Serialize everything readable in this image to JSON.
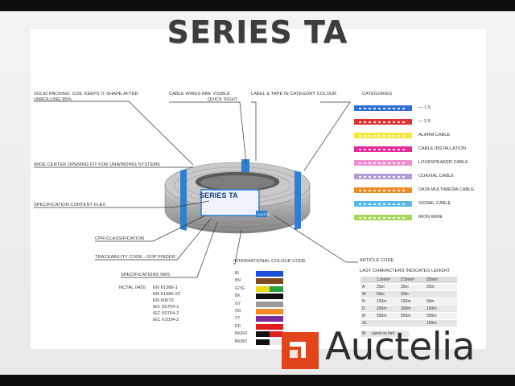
{
  "title": "SERIES TA",
  "labels": {
    "packing": "SOLID PACKING: COIL KEEPS IT SHAPE AFTER",
    "packing2": "UNROLLING 95%",
    "cable_visible": "CABLE WIRES ARE VISIBLE",
    "quick_sight": "QUICK SIGHT",
    "label_tape": "LABEL & TAPE IN CATEGORY COLOUR",
    "categories": "CATEGORIES",
    "wide_center": "WIDE CENTER OPENING FIT FOR UNWINDING SYSTEMS",
    "spec_content": "SPECIFICATION CONTENT FLEX",
    "cpr": "CPR-CLASSIFICATION",
    "traceability": "TRACEABILITY CODE - DOP FINDER",
    "spec_nr": "SPECIFICATIONS NRS",
    "international": "INTERNATIONAL COLOUR CODE",
    "article": "ARTICLE CODE",
    "last_chars": "LAST CHARACTERS INDICATES LENGHT",
    "reel_label": "SERIES TA",
    "tag": "CABTEK"
  },
  "specs": {
    "lead": "NCTAL 0420",
    "items": [
      "EN 61386-1",
      "EN 61386-22",
      "EN 60670",
      "IEC 60754-1",
      "IEC 60754-2",
      "IEC 61034-2"
    ]
  },
  "categories": [
    {
      "name": "1.5",
      "color": "#e8e8ee",
      "stripe": "#2f6fd6"
    },
    {
      "name": "2.5",
      "color": "#e8e8ee",
      "stripe": "#e03030"
    },
    {
      "name": "ALARM CABLE",
      "color": "#f6e83a",
      "stripe": ""
    },
    {
      "name": "CABLE INSTALLATION",
      "color": "#e8299a",
      "stripe": ""
    },
    {
      "name": "LOUDSPEAKER CABLE",
      "color": "#f08ed0",
      "stripe": ""
    },
    {
      "name": "COAXIAL CABLE",
      "color": "#b59ad8",
      "stripe": ""
    },
    {
      "name": "DATA MULTIMEDIA CABLE",
      "color": "#f08a26",
      "stripe": ""
    },
    {
      "name": "SIGNAL CABLE",
      "color": "#58b8e8",
      "stripe": ""
    },
    {
      "name": "IRON WIRE",
      "color": "#a8d85a",
      "stripe": ""
    }
  ],
  "colour_code": [
    {
      "code": "BL",
      "color": "#1e4fd8"
    },
    {
      "code": "BN",
      "color": "#7a4a20"
    },
    {
      "code": "G/YE",
      "color": "#e9d81c",
      "accent": "#2aa040"
    },
    {
      "code": "BK",
      "color": "#111111"
    },
    {
      "code": "GY",
      "color": "#9a9a9a"
    },
    {
      "code": "OG",
      "color": "#f08a26"
    },
    {
      "code": "VT",
      "color": "#7a2a9a"
    },
    {
      "code": "RD",
      "color": "#e02020"
    },
    {
      "code": "BK/RD",
      "color": "#111111",
      "accent": "#e02020"
    },
    {
      "code": "BK/BD",
      "color": "#111111",
      "accent": "#e8e8e8"
    }
  ],
  "length_table": {
    "header": [
      "",
      "1.5mm²",
      "2.5mm²",
      "25mm"
    ],
    "rows": [
      [
        "A",
        "25m",
        "25m",
        "25m"
      ],
      [
        "W",
        "50m",
        "50m",
        ""
      ],
      [
        "N",
        "100m",
        "100m",
        "50m"
      ],
      [
        "D",
        "200m",
        "200m",
        "100m"
      ],
      [
        "M",
        "500m",
        "500m",
        "500m"
      ],
      [
        "XL",
        "",
        "",
        "100m"
      ]
    ],
    "footer": [
      "M",
      "sized on hint"
    ]
  },
  "logo": {
    "text": "Auctelia",
    "brand_color": "#e0451b"
  }
}
